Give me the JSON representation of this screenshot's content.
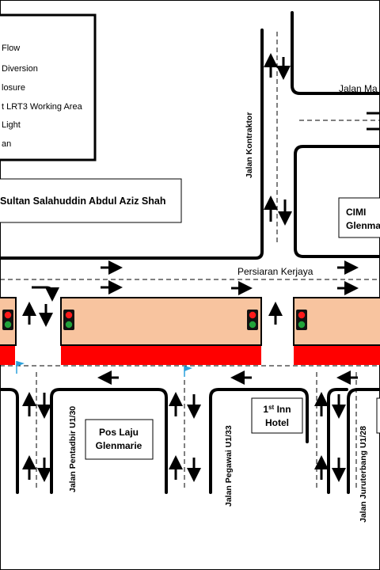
{
  "legend": {
    "items": [
      {
        "label": "Flow"
      },
      {
        "label": "Diversion"
      },
      {
        "label": "losure"
      },
      {
        "label": "t LRT3  Working Area"
      },
      {
        "label": "Light"
      },
      {
        "label": "an"
      }
    ]
  },
  "roads": {
    "main_highway": "Sultan Salahuddin Abdul Aziz Shah",
    "persiaran": "Persiaran Kerjaya",
    "kontraktor": "Jalan Kontraktor",
    "jalan_ma": "Jalan Ma",
    "pentadbir": "Jalan Pentadbir U1/30",
    "pegawai": "Jalan Pegawai U1/33",
    "juruterbang": "Jalan Juruterbang U1/28"
  },
  "buildings": {
    "pos_laju": {
      "line1": "Pos Laju",
      "line2": "Glenmarie"
    },
    "inn_hotel": {
      "line1_main": "1",
      "line1_sup": "st",
      "line1_rest": " Inn",
      "line2": "Hotel"
    },
    "cimb": {
      "line1": "CIMI",
      "line2": "Glenma"
    }
  },
  "colors": {
    "working_area_fill": "#f8c49f",
    "closure_fill": "#ff0000",
    "signal_red": "#ff1a1a",
    "signal_green": "#22a33a",
    "marker_blue": "#2aa0dc"
  }
}
